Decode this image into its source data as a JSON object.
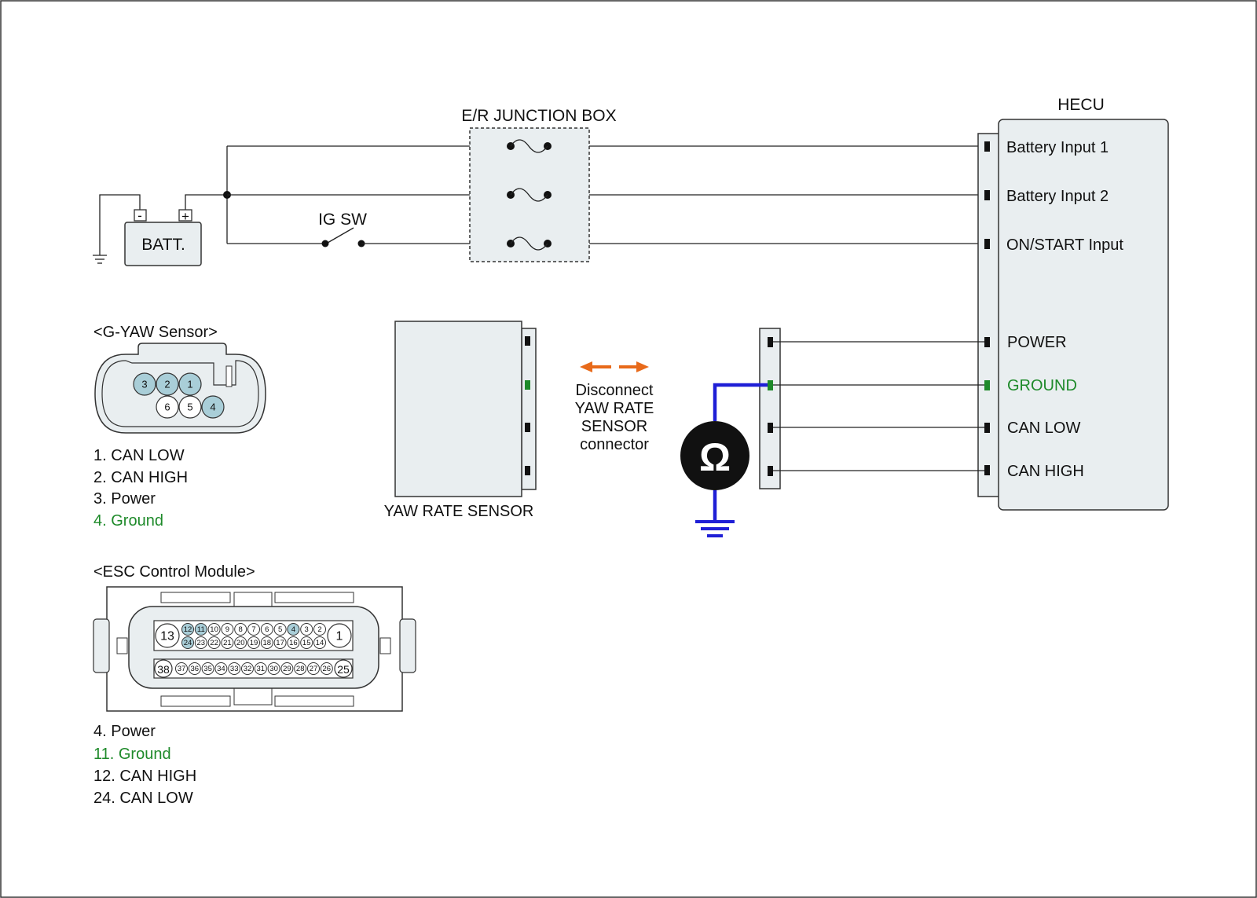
{
  "colors": {
    "ground_green": "#1e8a2a",
    "highlight_pin": "#a9ced8",
    "meter_wire_blue": "#1f1fd6",
    "disconnect_arrow_orange": "#e86a1a",
    "component_fill": "#e9eef0"
  },
  "battery": {
    "label": "BATT.",
    "minus": "-",
    "plus": "+"
  },
  "ignition_switch": {
    "label": "IG SW"
  },
  "junction_box": {
    "label": "E/R JUNCTION BOX"
  },
  "hecu": {
    "label": "HECU",
    "pins": [
      {
        "label": "Battery Input 1",
        "color": "#111111"
      },
      {
        "label": "Battery Input 2",
        "color": "#111111"
      },
      {
        "label": "ON/START Input",
        "color": "#111111"
      },
      {
        "label": "POWER",
        "color": "#111111"
      },
      {
        "label": "GROUND",
        "color": "#1e8a2a"
      },
      {
        "label": "CAN LOW",
        "color": "#111111"
      },
      {
        "label": "CAN HIGH",
        "color": "#111111"
      }
    ]
  },
  "yaw_rate_sensor": {
    "label": "YAW RATE SENSOR"
  },
  "disconnect_note": {
    "lines": [
      "Disconnect",
      "YAW RATE",
      "SENSOR",
      "connector"
    ]
  },
  "ohmmeter": {
    "symbol": "Ω"
  },
  "g_yaw_sensor": {
    "title": "<G-YAW Sensor>",
    "pins": [
      "3",
      "2",
      "1",
      "6",
      "5",
      "4"
    ],
    "highlighted_pins": [
      "3",
      "2",
      "1",
      "4"
    ],
    "legend": [
      {
        "text": "1. CAN LOW",
        "color": "#111111"
      },
      {
        "text": "2. CAN HIGH",
        "color": "#111111"
      },
      {
        "text": "3. Power",
        "color": "#111111"
      },
      {
        "text": "4. Ground",
        "color": "#1e8a2a"
      }
    ]
  },
  "esc_module": {
    "title": "<ESC Control Module>",
    "end_pins": [
      "13",
      "1",
      "38",
      "25"
    ],
    "row1": [
      "12",
      "11",
      "10",
      "9",
      "8",
      "7",
      "6",
      "5",
      "4",
      "3",
      "2"
    ],
    "row2": [
      "24",
      "23",
      "22",
      "21",
      "20",
      "19",
      "18",
      "17",
      "16",
      "15",
      "14"
    ],
    "row3": [
      "37",
      "36",
      "35",
      "34",
      "33",
      "32",
      "31",
      "30",
      "29",
      "28",
      "27",
      "26"
    ],
    "highlighted_pins": [
      "12",
      "11",
      "4",
      "24"
    ],
    "legend": [
      {
        "text": "4. Power",
        "color": "#111111"
      },
      {
        "text": "11. Ground",
        "color": "#1e8a2a"
      },
      {
        "text": "12. CAN HIGH",
        "color": "#111111"
      },
      {
        "text": "24. CAN LOW",
        "color": "#111111"
      }
    ]
  }
}
